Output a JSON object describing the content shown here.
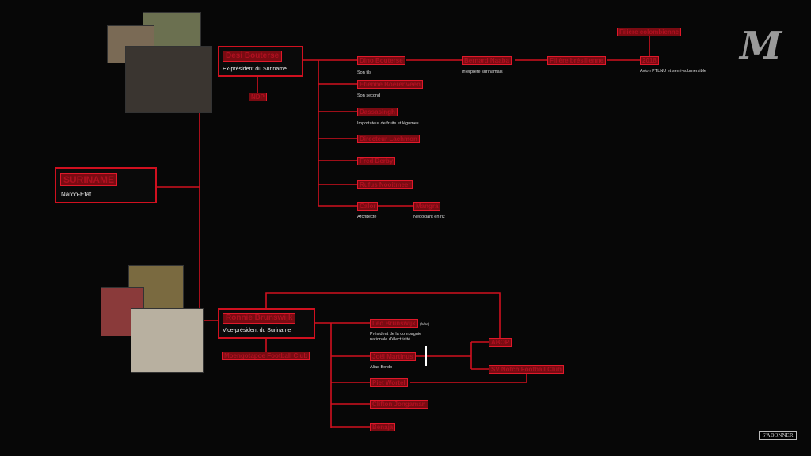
{
  "root": {
    "title": "SURINAME",
    "subtitle": "Narco-Etat"
  },
  "desi": {
    "name": "Desi Bouterse",
    "role": "Ex-président du Suriname",
    "party": "NDP",
    "links": [
      {
        "name": "Dino Bouterse",
        "note": "Son fils"
      },
      {
        "name": "Etienne Boerenveen",
        "note": "Son second"
      },
      {
        "name": "Dassasingh",
        "note": "Importateur de fruits et légumes"
      },
      {
        "name": "Directeur Lachmon",
        "note": ""
      },
      {
        "name": "Fred Derby",
        "note": ""
      },
      {
        "name": "Rufus Nooitmeer",
        "note": ""
      },
      {
        "name": "Calor",
        "note": "Architecte"
      },
      {
        "name": "Mangra",
        "note": "Négociant en riz"
      }
    ],
    "chain": [
      {
        "name": "Bernard Naaba",
        "note": "Interprète surinamais"
      },
      {
        "name": "Filière brésilienne",
        "note": ""
      },
      {
        "name": "2018",
        "note": "Avion PTLNU et semi-submersible"
      },
      {
        "name": "Filière colombienne",
        "note": ""
      }
    ]
  },
  "ronnie": {
    "name": "Ronnie Brunswijk",
    "role": "Vice-président du Suriname",
    "club": "Moengotapoe Football Club",
    "links": [
      {
        "name": "Leo Brunswijk",
        "tag": "(frère)",
        "note1": "Président de la compagnie",
        "note2": "nationale d'électricité"
      },
      {
        "name": "Joël Martinus",
        "note": "Alias Bordo"
      },
      {
        "name": "Piet Wortel"
      },
      {
        "name": "Clifton Jongaman"
      },
      {
        "name": "Benaja"
      }
    ],
    "orgs": [
      "ABOP",
      "SV Notch Football Club"
    ]
  },
  "brand": {
    "logo": "M",
    "subscribe": "S'ABONNER"
  },
  "colors": {
    "accent": "#d0101f",
    "background": "#070707"
  }
}
